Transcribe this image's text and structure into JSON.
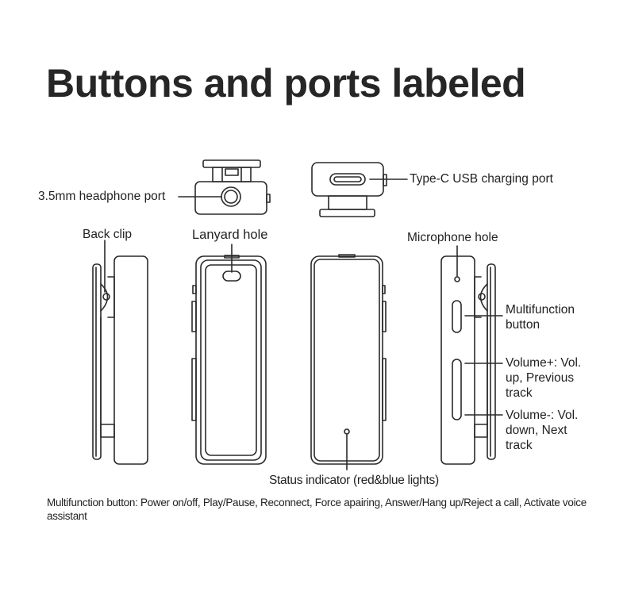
{
  "title": "Buttons and ports labeled",
  "labels": {
    "headphone_port": "3.5mm headphone port",
    "usb_port": "Type-C USB charging port",
    "back_clip": "Back clip",
    "lanyard_hole": "Lanyard hole",
    "microphone_hole": "Microphone hole",
    "multifunction_button": "Multifunction button",
    "volume_up": "Volume+: Vol. up, Previous track",
    "volume_down": "Volume-: Vol. down, Next track",
    "status_indicator": "Status indicator (red&blue lights)"
  },
  "footnote": "Multifunction button: Power on/off, Play/Pause, Reconnect, Force apairing, Answer/Hang up/Reject a call, Activate voice assistant",
  "colors": {
    "line": "#2a2a2a",
    "background": "#ffffff",
    "text": "#222222"
  }
}
